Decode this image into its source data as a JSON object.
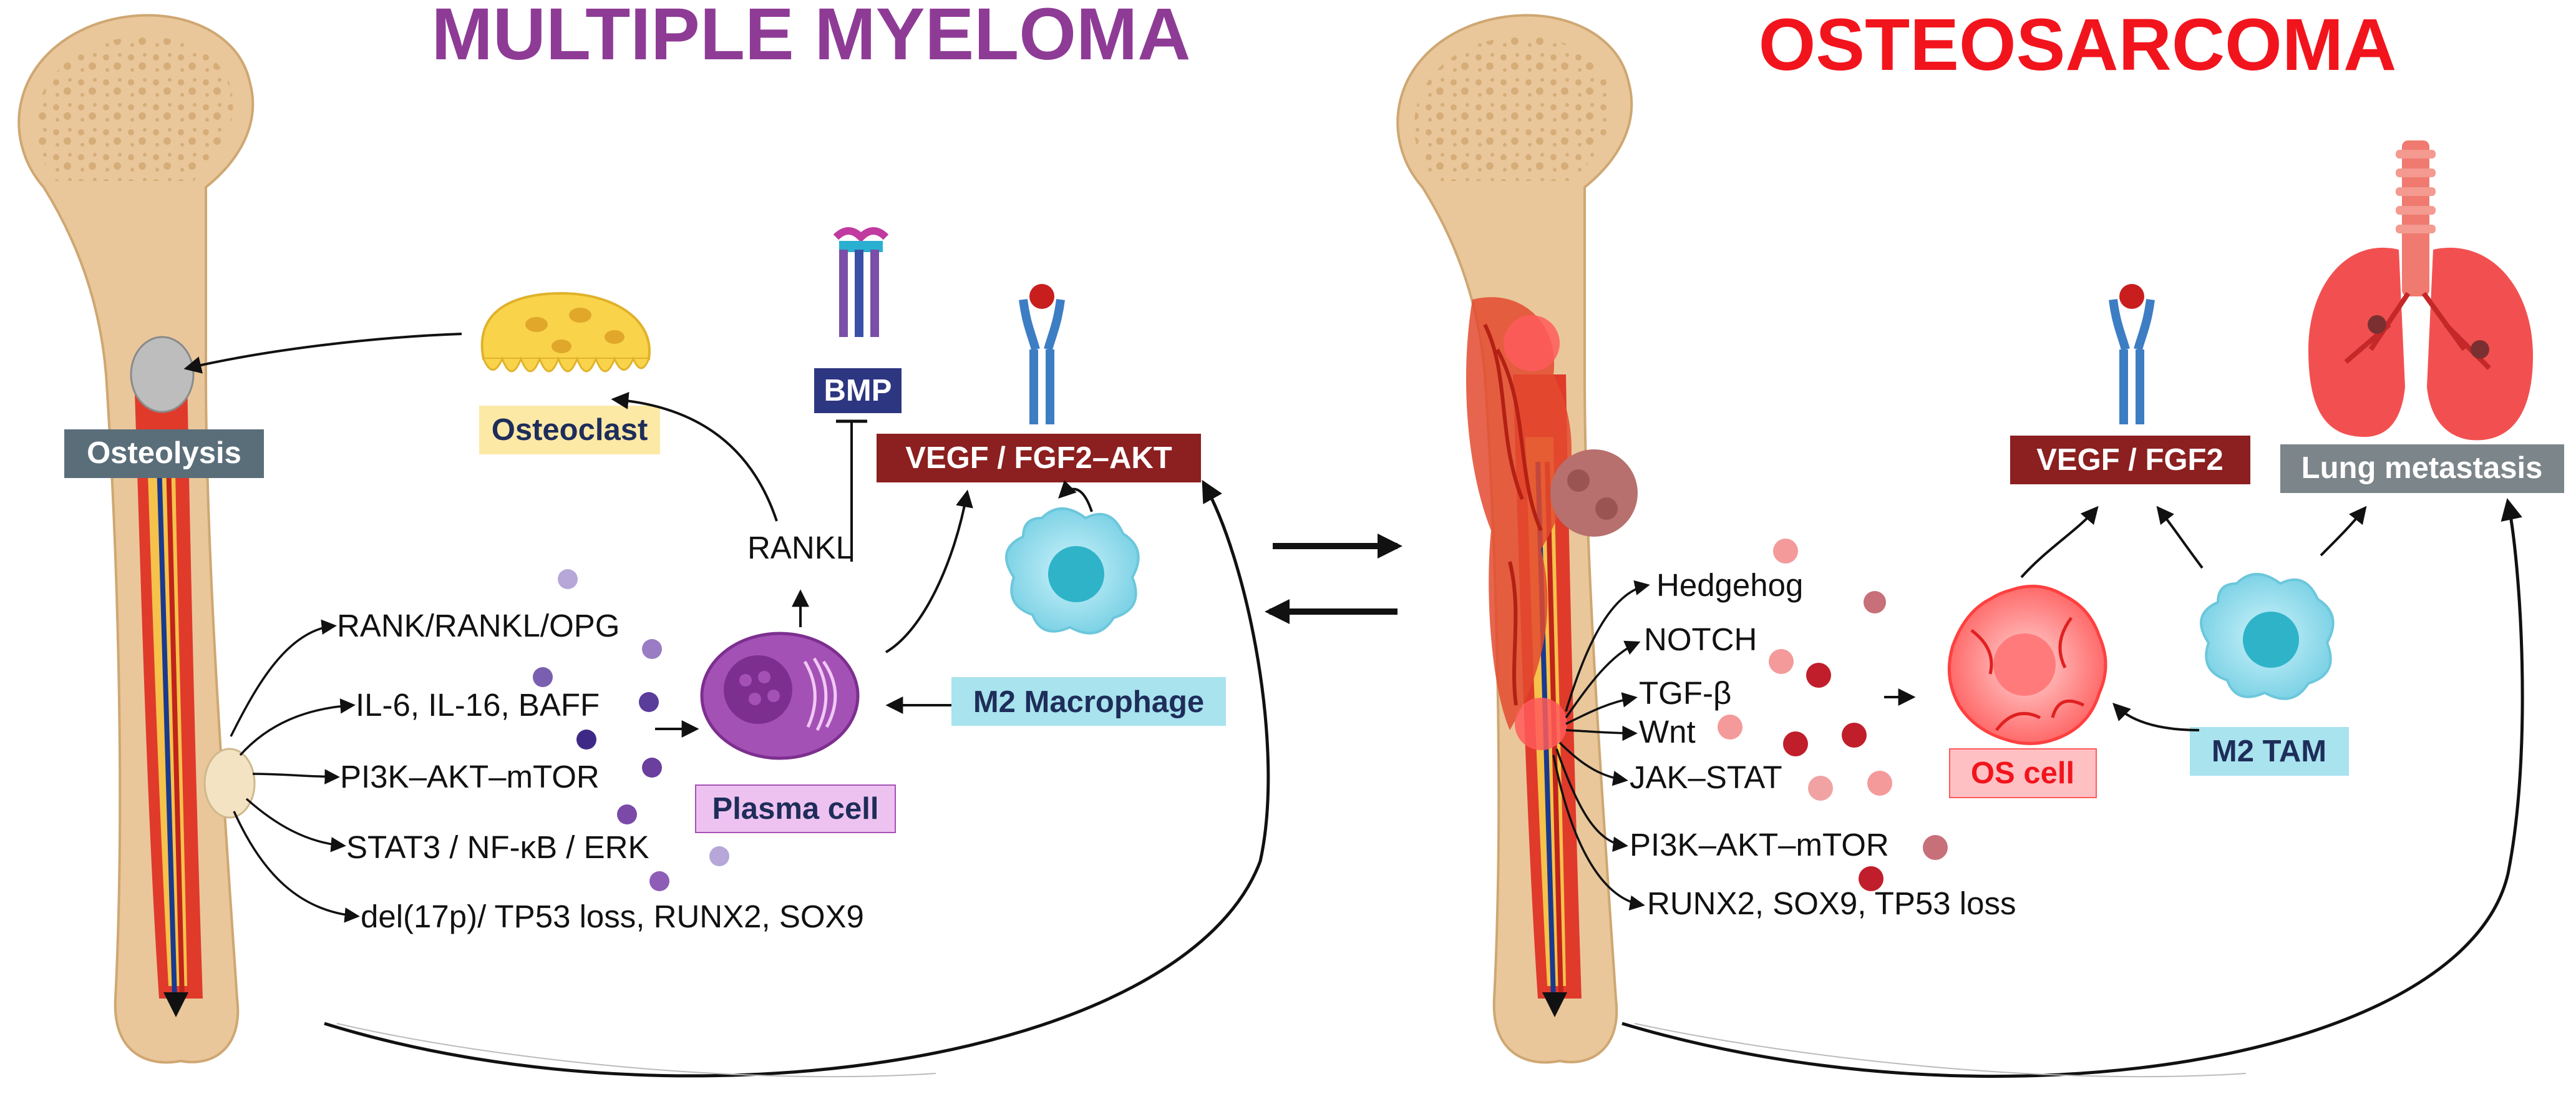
{
  "titles": {
    "left": "MULTIPLE MYELOMA",
    "right": "OSTEOSARCOMA"
  },
  "colors": {
    "left_title": "#8e3b96",
    "right_title": "#f2141c",
    "dark_red_box": "#8c1f1f",
    "bmp_box": "#2d3680",
    "grey_box": "#5a6e7a",
    "osteoclast_box_fill": "#fde9a6",
    "macrophage_box_fill": "#a8e3ee",
    "plasma_box_fill": "#eec2f0",
    "os_cell_box_fill": "#ffc0c4",
    "lung_box": "#7c8589",
    "bone": "#e6c294",
    "marrow_red": "#e03a2b"
  },
  "left_panel": {
    "osteolysis_label": "Osteolysis",
    "osteoclast_label": "Osteoclast",
    "bmp_label": "BMP",
    "vegf_label": "VEGF / FGF2–AKT",
    "rankl_label": "RANKL",
    "macrophage_label": "M2 Macrophage",
    "plasma_cell_label": "Plasma cell",
    "pathways": [
      "RANK/RANKL/OPG",
      "IL-6, IL-16, BAFF",
      "PI3K–AKT–mTOR",
      "STAT3 / NF-κB / ERK",
      "del(17p)/ TP53 loss, RUNX2, SOX9"
    ]
  },
  "right_panel": {
    "vegf_label": "VEGF / FGF2",
    "lung_label": "Lung metastasis",
    "os_cell_label": "OS cell",
    "tam_label": "M2 TAM",
    "pathways": [
      "Hedgehog",
      "NOTCH",
      "TGF-β",
      "Wnt",
      "JAK–STAT",
      "PI3K–AKT–mTOR",
      "RUNX2, SOX9, TP53 loss"
    ]
  },
  "icons": {
    "bone_left": "femur-icon",
    "bone_right": "femur-tumor-icon",
    "osteoclast": "osteoclast-cell-icon",
    "receptor": "receptor-icon",
    "macrophage": "macrophage-cell-icon",
    "plasma_cell": "plasma-cell-icon",
    "os_cell": "tumor-cell-icon",
    "lung": "lungs-icon",
    "exchange": "bidirectional-arrows-icon"
  }
}
